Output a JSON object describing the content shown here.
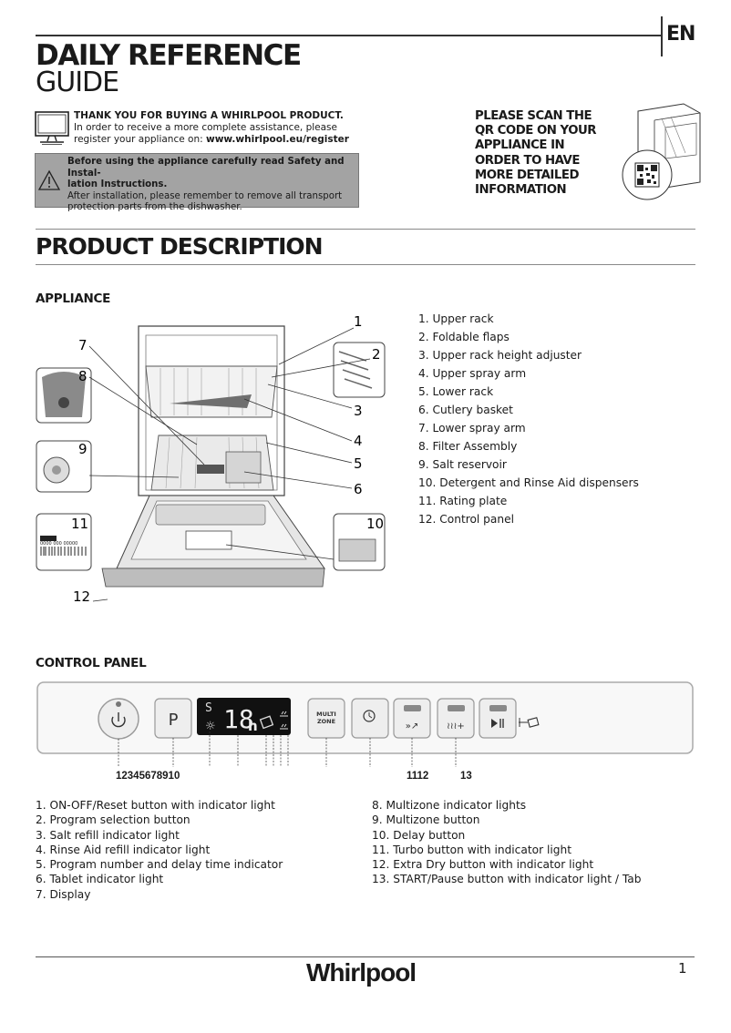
{
  "header": {
    "language": "EN",
    "title_line1": "DAILY REFERENCE",
    "title_line2": "GUIDE"
  },
  "intro": {
    "thanks_heading": "THANK YOU FOR BUYING A WHIRLPOOL PRODUCT.",
    "thanks_line1": "In order to receive a more complete assistance, please",
    "thanks_line2_prefix": "register your appliance on: ",
    "register_url": "www.whirlpool.eu/register",
    "warning_bold1": "Before using the appliance carefully read Safety and Instal-",
    "warning_bold2": "lation Instructions.",
    "warning_line1": "After installation, please remember to remove all  transport",
    "warning_line2": "protection parts from the dishwasher.",
    "qr_lines": [
      "PLEASE SCAN THE",
      "QR CODE ON YOUR",
      "APPLIANCE IN",
      "ORDER TO HAVE",
      "MORE DETAILED",
      "INFORMATION"
    ]
  },
  "product": {
    "heading": "PRODUCT  DESCRIPTION",
    "appliance_heading": "APPLIANCE",
    "parts": [
      "1.  Upper rack",
      "2.  Foldable flaps",
      "3.  Upper rack height adjuster",
      "4.  Upper spray arm",
      "5.  Lower  rack",
      "6.  Cutlery basket",
      "7.  Lower spray arm",
      "8.  Filter Assembly",
      "9.  Salt reservoir",
      "10.  Detergent and Rinse Aid dispensers",
      "11.  Rating plate",
      "12.  Control panel"
    ],
    "callouts": [
      "1",
      "2",
      "3",
      "4",
      "5",
      "6",
      "7",
      "8",
      "9",
      "10",
      "11",
      "12"
    ],
    "rating_plate_text": "0000 000 00000"
  },
  "control_panel": {
    "heading": "CONTROL PANEL",
    "program_button": "P",
    "display_digits": "18",
    "display_unit": "h",
    "multizone_label_1": "MULTI",
    "multizone_label_2": "ZONE",
    "number_row_left": "12345678910",
    "number_row_mid": "1112",
    "number_row_right": "13",
    "items_left": [
      "1.  ON-OFF/Reset button with indicator light",
      "2.  Program selection button",
      "3.  Salt refill indicator light",
      "4.  Rinse Aid refill indicator light",
      "5.  Program number and delay time indicator",
      "6.  Tablet indicator light",
      "7.  Display"
    ],
    "items_right": [
      "8.  Multizone indicator lights",
      "9.  Multizone button",
      "10.  Delay button",
      "11.  Turbo button with indicator light",
      "12.  Extra Dry button with indicator light",
      "13.  START/Pause button with indicator light / Tab"
    ]
  },
  "footer": {
    "brand": "Whirlpool",
    "page_number": "1"
  }
}
